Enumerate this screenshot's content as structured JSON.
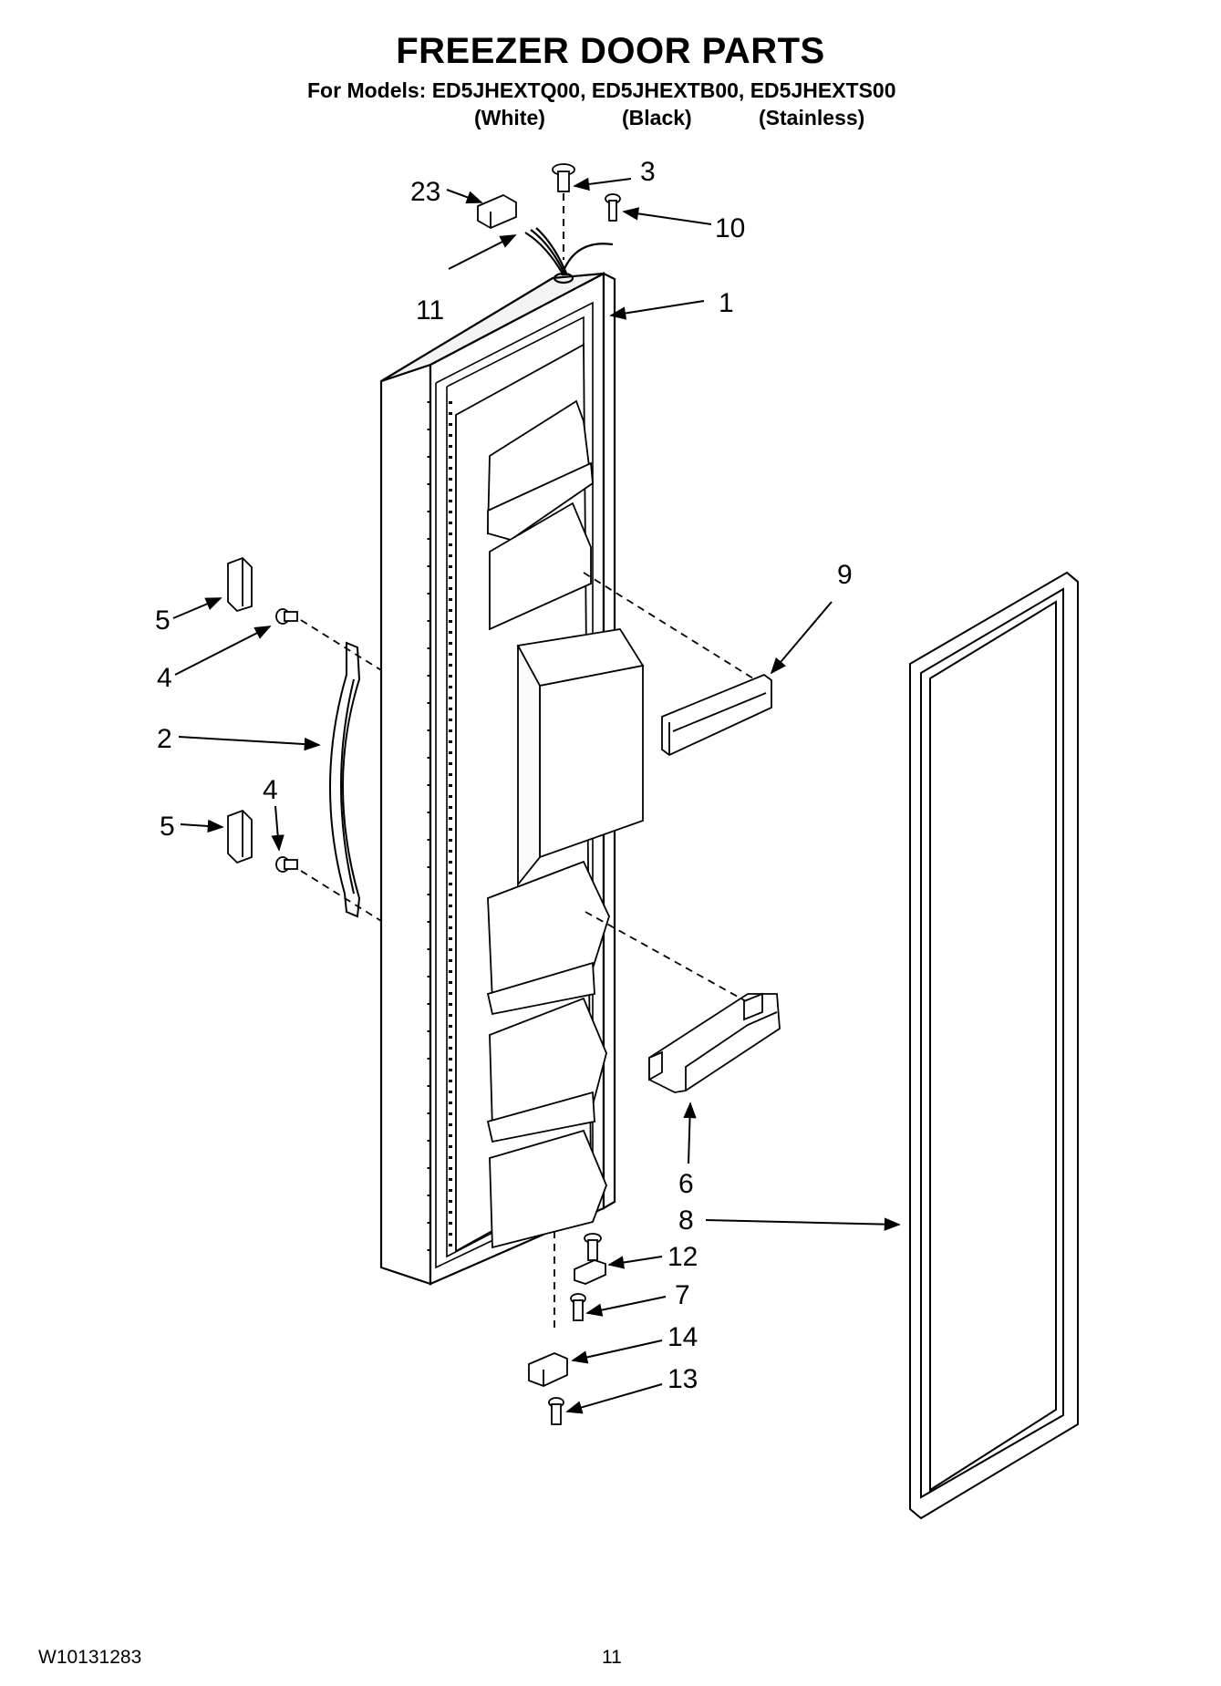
{
  "header": {
    "title": "FREEZER DOOR PARTS",
    "models_line": "For Models: ED5JHEXTQ00, ED5JHEXTB00, ED5JHEXTS00",
    "variants": [
      "(White)",
      "(Black)",
      "(Stainless)"
    ]
  },
  "callouts": {
    "c1": "1",
    "c2": "2",
    "c3": "3",
    "c4a": "4",
    "c4b": "4",
    "c5a": "5",
    "c5b": "5",
    "c6": "6",
    "c7": "7",
    "c8": "8",
    "c9": "9",
    "c10": "10",
    "c11": "11",
    "c12": "12",
    "c13": "13",
    "c14": "14",
    "c23": "23"
  },
  "footer": {
    "doc_number": "W10131283",
    "page_number": "11"
  }
}
